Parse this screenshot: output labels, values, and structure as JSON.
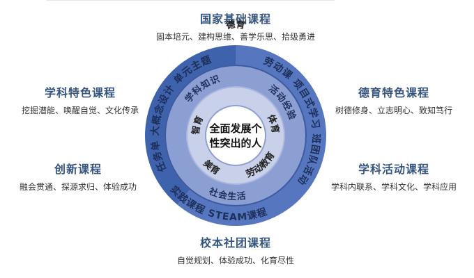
{
  "colors": {
    "outer_left": "#3f62ad",
    "outer_right": "#5677bf",
    "middle": "#8c9fd2",
    "inner": "#c9d1ea",
    "title": "#35557f"
  },
  "labels": {
    "top": {
      "title": "国家基础课程",
      "sub": "固本培元、建构思维、善学乐思、拾级勇进"
    },
    "left_top": {
      "title": "学科特色课程",
      "sub": "挖掘潜能、唤醒自觉、文化传承"
    },
    "left_bottom": {
      "title": "创新课程",
      "sub": "融会贯通、探源求归、体验成功"
    },
    "right_top": {
      "title": "德育特色课程",
      "sub": "树德修身、立志明心、致知笃行"
    },
    "right_bottom": {
      "title": "学科活动课程",
      "sub": "学科内联系、学科文化、学科应用"
    },
    "bottom": {
      "title": "校本社团课程",
      "sub": "自觉规划、体验成功、化育尽性"
    }
  },
  "outer_ring": {
    "left": "任务单 大概念设计 单元主题",
    "right": "劳动课 项目式学习 班团队活动",
    "bottom": "实践课程 STEAM课程"
  },
  "middle_ring": {
    "knowledge": "学科知识",
    "activity": "活动经验",
    "society": "社会生活"
  },
  "inner_ring": {
    "moral": "德育",
    "physical": "体育",
    "labor": "劳动教育",
    "aesthetic": "美育",
    "intellectual": "智育"
  },
  "center": {
    "line1": "全面发展个",
    "line2": "性突出的人"
  }
}
